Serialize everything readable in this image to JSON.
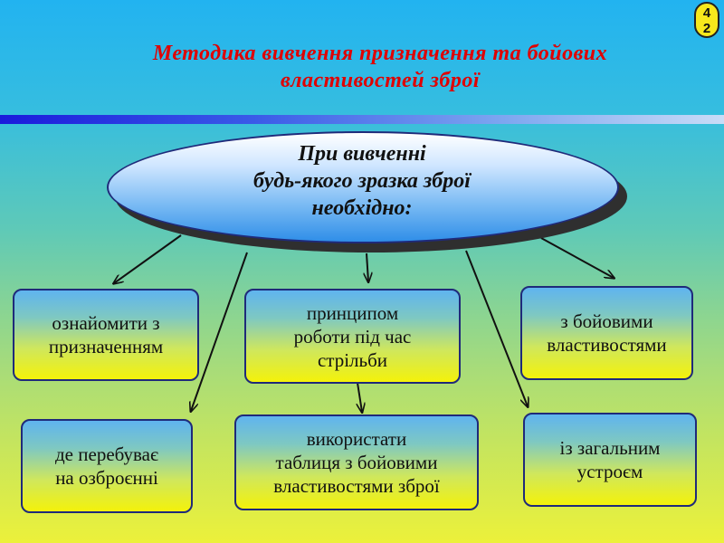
{
  "slide_number": [
    "4",
    "2"
  ],
  "title": "Методика вивчення призначення та бойових властивостей зброї",
  "center": "При вивченні\nбудь-якого зразка зброї\nнеобхідно:",
  "boxes": {
    "familiarize": "   ознайомити з\nпризначенням",
    "principle": "   принципом\nроботи під час\nстрільби",
    "combat_properties": "   з бойовими\nвластивостями",
    "in_service": "де перебуває\nна озброєнні",
    "use_table": "   використати\nтаблиця з бойовими\nвластивостями зброї",
    "general_structure": "   із загальним\nустроєм"
  }
}
